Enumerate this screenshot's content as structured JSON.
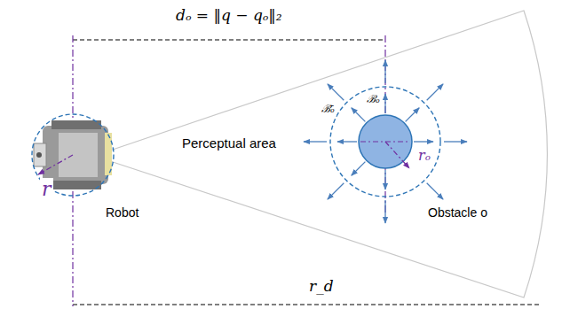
{
  "diagram": {
    "labels": [
      "dₒ = ‖q − qₒ‖₂",
      "Perceptual area",
      "Robot",
      "r",
      "ℬ̄ₒ",
      "ℬₒ",
      "rₒ",
      "Obstacle o",
      "r_d"
    ]
  }
}
